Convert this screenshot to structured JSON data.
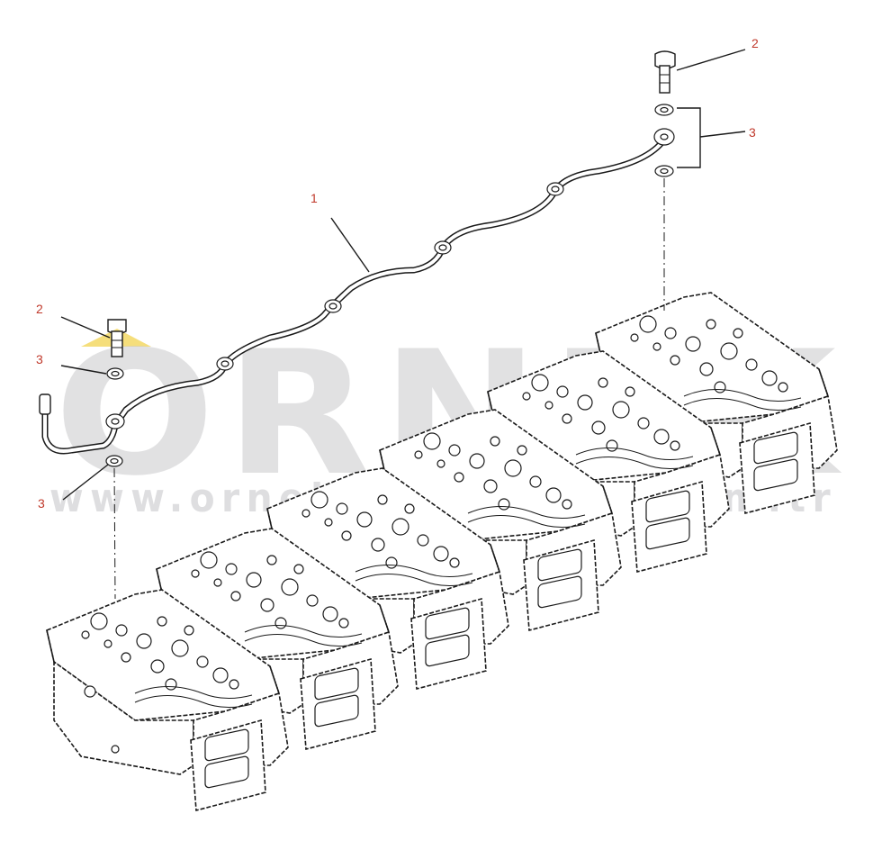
{
  "watermark": {
    "brand": "ORNEK",
    "url": "www.orneksmakinadiz.com.tr"
  },
  "callouts": [
    {
      "id": "c1",
      "label": "1"
    },
    {
      "id": "c2a",
      "label": "2"
    },
    {
      "id": "c2b",
      "label": "2"
    },
    {
      "id": "c3a",
      "label": "3"
    },
    {
      "id": "c3b",
      "label": "3"
    },
    {
      "id": "c3c",
      "label": "3"
    }
  ],
  "colors": {
    "callout": "#c0392b",
    "watermark": "#c9c9cc",
    "watermark_accent": "#f2d65a",
    "ink": "#1a1a1a"
  }
}
